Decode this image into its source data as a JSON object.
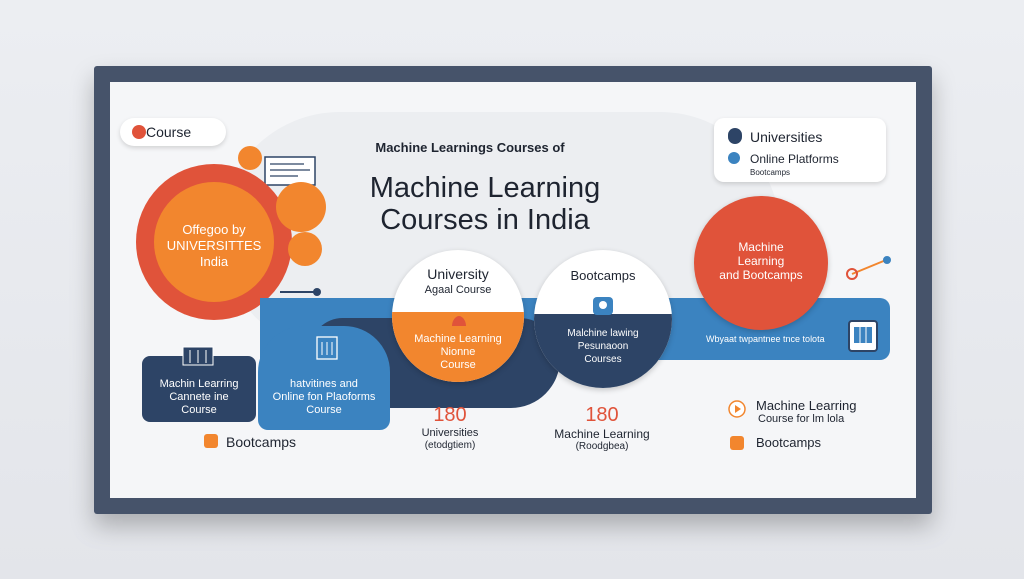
{
  "colors": {
    "orange": "#f2862e",
    "red": "#e0533a",
    "navy": "#2d4466",
    "blue": "#3b83c0",
    "frame": "#46536a"
  },
  "topleft_pill": {
    "label": "Course"
  },
  "header": {
    "subtitle": "Machine Learnings Courses of",
    "title_line1": "Machine Learning",
    "title_line2": "Courses in India"
  },
  "legend": {
    "item1": "Universities",
    "item2": "Online  Platforms",
    "item3": "Bootcamps"
  },
  "big_circle_left": {
    "line1": "Offegoo by",
    "line2": "UNIVERSITTES",
    "line3": "India"
  },
  "circle_university": {
    "top_line1": "University",
    "top_line2": "Agaal Course",
    "bottom_line1": "Machine Learning",
    "bottom_line2": "Nionne",
    "bottom_line3": "Course"
  },
  "circle_bootcamps": {
    "top_label": "Bootcamps",
    "bottom_line1": "Malchine lawing",
    "bottom_line2": "Pesunaoon",
    "bottom_line3": "Courses"
  },
  "circle_right": {
    "line1": "Machine",
    "line2": "Learning",
    "line3": "and Bootcamps"
  },
  "ribbon_text": "Wbyaat twpantnee tnce tolota",
  "card_left": {
    "line1": "Machin Learring",
    "line2": "Cannete ine",
    "line3": "Course"
  },
  "card_mid": {
    "line1": "hatvitines and",
    "line2": "Online fon Plaoforms",
    "line3": "Course"
  },
  "stat1": {
    "value": "180",
    "line1": "Universities",
    "line2": "(etodgtiem)"
  },
  "stat2": {
    "value": "180",
    "line1": "Machine Learning",
    "line2": "(Roodgbea)"
  },
  "bottom_left": {
    "label": "Bootcamps"
  },
  "bottom_right": {
    "item1_line1": "Machine Learring",
    "item1_line2": "Course for lm lola",
    "item2": "Bootcamps"
  },
  "icons": [
    "document-icon",
    "building-icon",
    "institution-icon",
    "hands-icon",
    "award-icon",
    "device-icon",
    "slider-icon",
    "location-icon",
    "play-icon"
  ]
}
